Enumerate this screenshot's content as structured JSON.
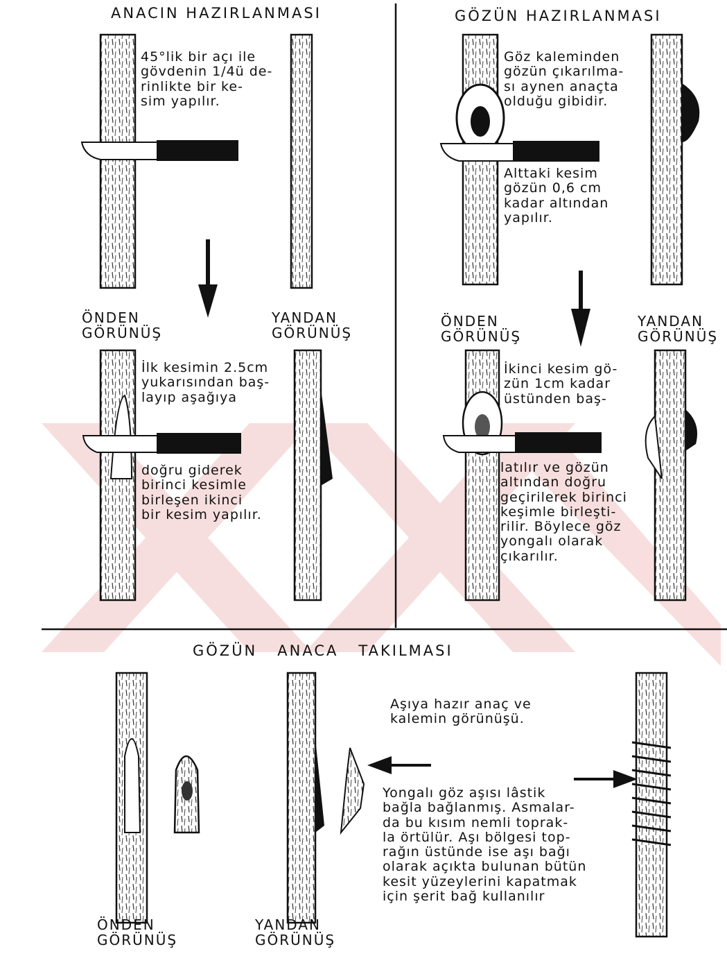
{
  "sections": {
    "stock": {
      "title": "ANACIN HAZIRLANMASI",
      "cut1_note": "45°lik bir açı ile\ngövdenin 1/4ü de-\nrinlikte bir ke-\nsim yapılır.",
      "cut2_note_top": "İlk kesimin 2.5cm\nyukarısından baş-\nlayıp aşağıya",
      "cut2_note_bottom": "doğru giderek\nbirinci kesimle\nbirleşen ikinci\nbir kesim yapılır.",
      "front_label": "ÖNDEN\nGÖRÜNÜŞ",
      "side_label": "YANDAN\nGÖRÜNÜŞ"
    },
    "bud": {
      "title": "GÖZÜN HAZIRLANMASI",
      "note1": "Göz kaleminden\ngözün çıkarılma-\nsı aynen anaçta\nolduğu gibidir.",
      "note2": "Alttaki kesim\ngözün 0,6 cm\nkadar altından\nyapılır.",
      "note3_top": "İkinci kesim gö-\nzün 1cm kadar\nüstünden baş-",
      "note3_bottom": "latılır ve gözün\naltından doğru\ngeçirilerek birinci\nkeşimle birleşti-\nrilir. Böylece göz\nyongalı olarak\nçıkarılır.",
      "front_label": "ÖNDEN\nGÖRÜNÜŞ",
      "side_label": "YANDAN\nGÖRÜNÜŞ"
    },
    "insertion": {
      "title": "GÖZÜN   ANACA   TAKILMASI",
      "ready_note": "Aşıya hazır anaç ve\nkalemin görünüşü.",
      "wrap_note": "Yongalı göz aşısı lâstik\nbağla bağlanmış. Asmalar-\nda bu kısım nemli toprak-\nla örtülür. Aşı bölgesi top-\nrağın üstünde ise aşı bağı\nolarak açıkta bulunan bütün\nkesit yüzeylerini kapatmak\niçin şerit bağ kullanılır",
      "front_label": "ÖNDEN\nGÖRÜNÜŞ",
      "side_label": "YANDAN\nGÖRÜNÜŞ"
    }
  }
}
